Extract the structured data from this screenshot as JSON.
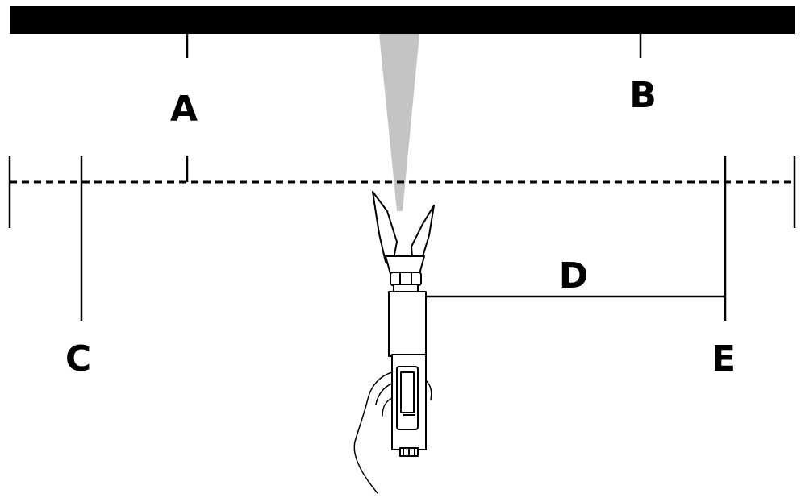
{
  "labels": {
    "a": "A",
    "b": "B",
    "c": "C",
    "d": "D",
    "e": "E"
  },
  "colors": {
    "ink": "#000000",
    "spray": "#c4c4c4",
    "background": "#ffffff"
  },
  "icons": {
    "spray_gun": "spray-gun-icon",
    "hand": "hand-icon"
  }
}
